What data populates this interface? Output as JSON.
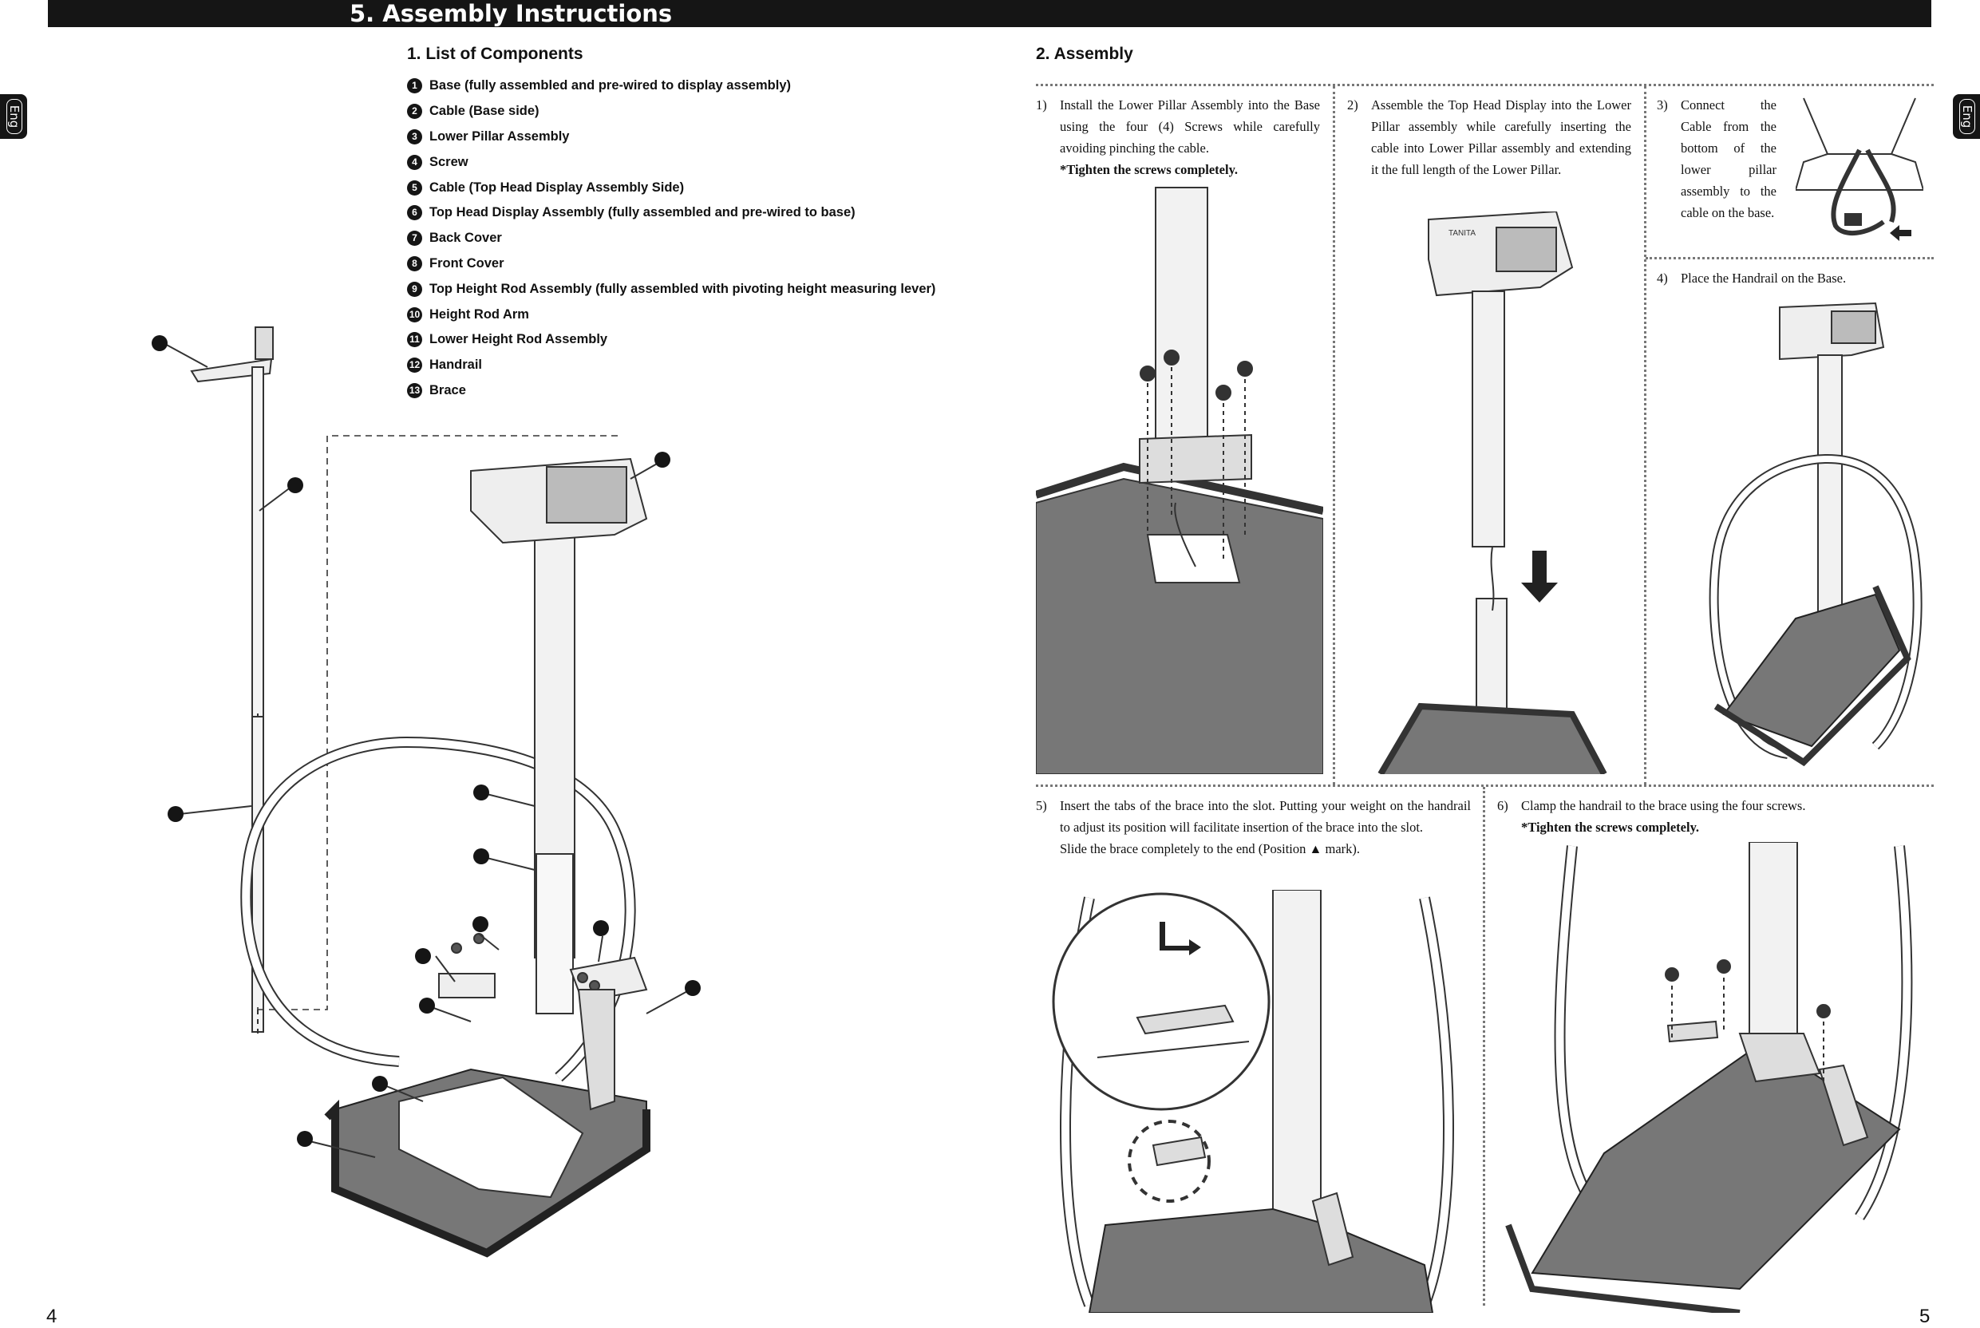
{
  "header": {
    "title": "5. Assembly Instructions"
  },
  "lang_tab": {
    "left": "Eng",
    "right": "Eng"
  },
  "components": {
    "title": "1. List of Components",
    "items": [
      {
        "n": "1",
        "label": "Base (fully assembled and pre-wired to display assembly)"
      },
      {
        "n": "2",
        "label": "Cable (Base side)"
      },
      {
        "n": "3",
        "label": "Lower Pillar Assembly"
      },
      {
        "n": "4",
        "label": "Screw"
      },
      {
        "n": "5",
        "label": "Cable (Top Head Display Assembly Side)"
      },
      {
        "n": "6",
        "label": "Top Head Display Assembly (fully assembled and pre-wired to base)"
      },
      {
        "n": "7",
        "label": "Back Cover"
      },
      {
        "n": "8",
        "label": "Front Cover"
      },
      {
        "n": "9",
        "label": "Top Height Rod Assembly (fully assembled with pivoting height measuring lever)"
      },
      {
        "n": "10",
        "label": "Height Rod Arm"
      },
      {
        "n": "11",
        "label": "Lower Height Rod Assembly"
      },
      {
        "n": "12",
        "label": "Handrail"
      },
      {
        "n": "13",
        "label": "Brace"
      }
    ]
  },
  "assembly": {
    "title": "2. Assembly",
    "steps": {
      "s1": {
        "num": "1)",
        "text": "Install the Lower Pillar Assembly into the Base using the four (4) Screws while carefully avoiding pinching the cable.",
        "note": "*Tighten the screws completely."
      },
      "s2": {
        "num": "2)",
        "text": "Assemble the Top Head Display into the Lower Pillar assembly while carefully inserting the cable into Lower Pillar assembly and extending it the full length of the Lower Pillar."
      },
      "s3": {
        "num": "3)",
        "text": "Connect the Cable from the bottom of the lower pillar assembly to the cable on the base."
      },
      "s4": {
        "num": "4)",
        "text": "Place the Handrail on the Base."
      },
      "s5": {
        "num": "5)",
        "text": "Insert the tabs of the brace into the slot. Putting your weight on the handrail to adjust its position will facilitate insertion of the brace into the slot.",
        "text2a": "Slide the brace completely to the end (Position",
        "text2b": "mark)."
      },
      "s6": {
        "num": "6)",
        "text": "Clamp the handrail to the brace using the four screws.",
        "note": "*Tighten the screws completely."
      }
    }
  },
  "brand_label": "TANITA",
  "page_numbers": {
    "left": "4",
    "right": "5"
  }
}
